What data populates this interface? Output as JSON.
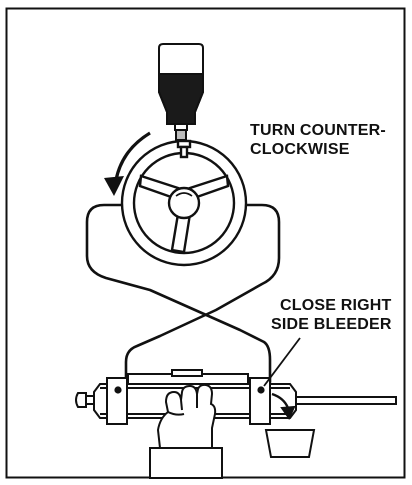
{
  "labels": {
    "turn": [
      "TURN COUNTER-",
      "CLOCKWISE"
    ],
    "close": [
      "CLOSE RIGHT",
      "SIDE BLEEDER"
    ]
  },
  "colors": {
    "ink": "#111111",
    "paper": "#ffffff",
    "fluid": "#1a1a1a",
    "gray": "#bdbdbd"
  },
  "icons": {
    "bottle": "fluid-bottle-icon",
    "wheel": "steering-wheel-icon",
    "cylinder": "steering-cylinder-icon",
    "hand": "hand-icon",
    "cup": "catch-cup-icon"
  }
}
